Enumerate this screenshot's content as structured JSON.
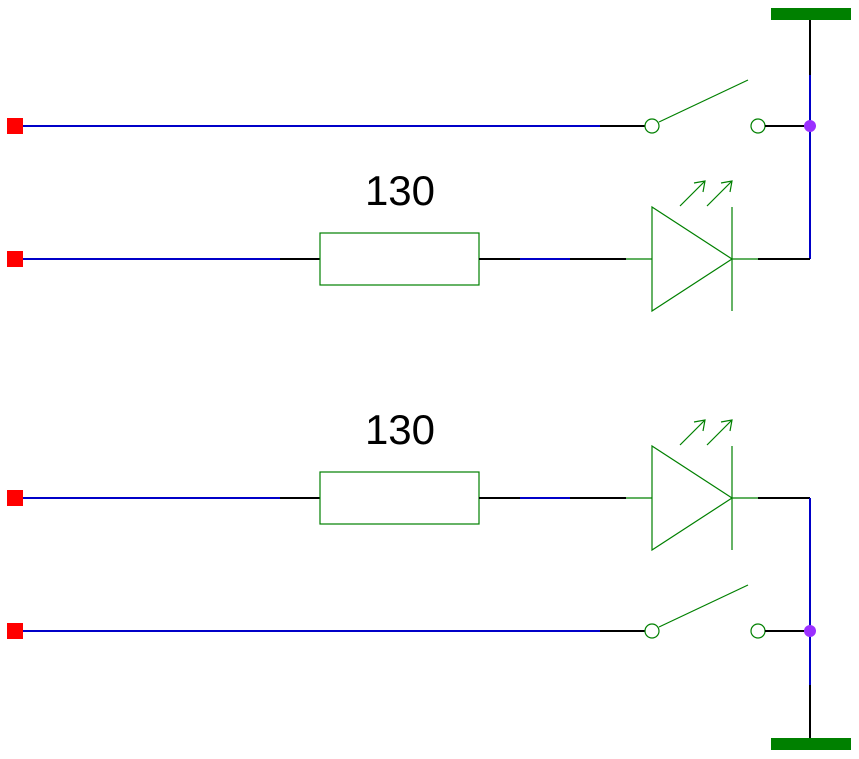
{
  "diagram": {
    "type": "circuit-schematic",
    "resistors": [
      {
        "value_label": "130"
      },
      {
        "value_label": "130"
      }
    ],
    "colors": {
      "wire": "#0000c8",
      "lead": "#000000",
      "component": "#008000",
      "terminal": "#ff0000",
      "junction": "#9b30ff",
      "rail": "#008000"
    }
  }
}
